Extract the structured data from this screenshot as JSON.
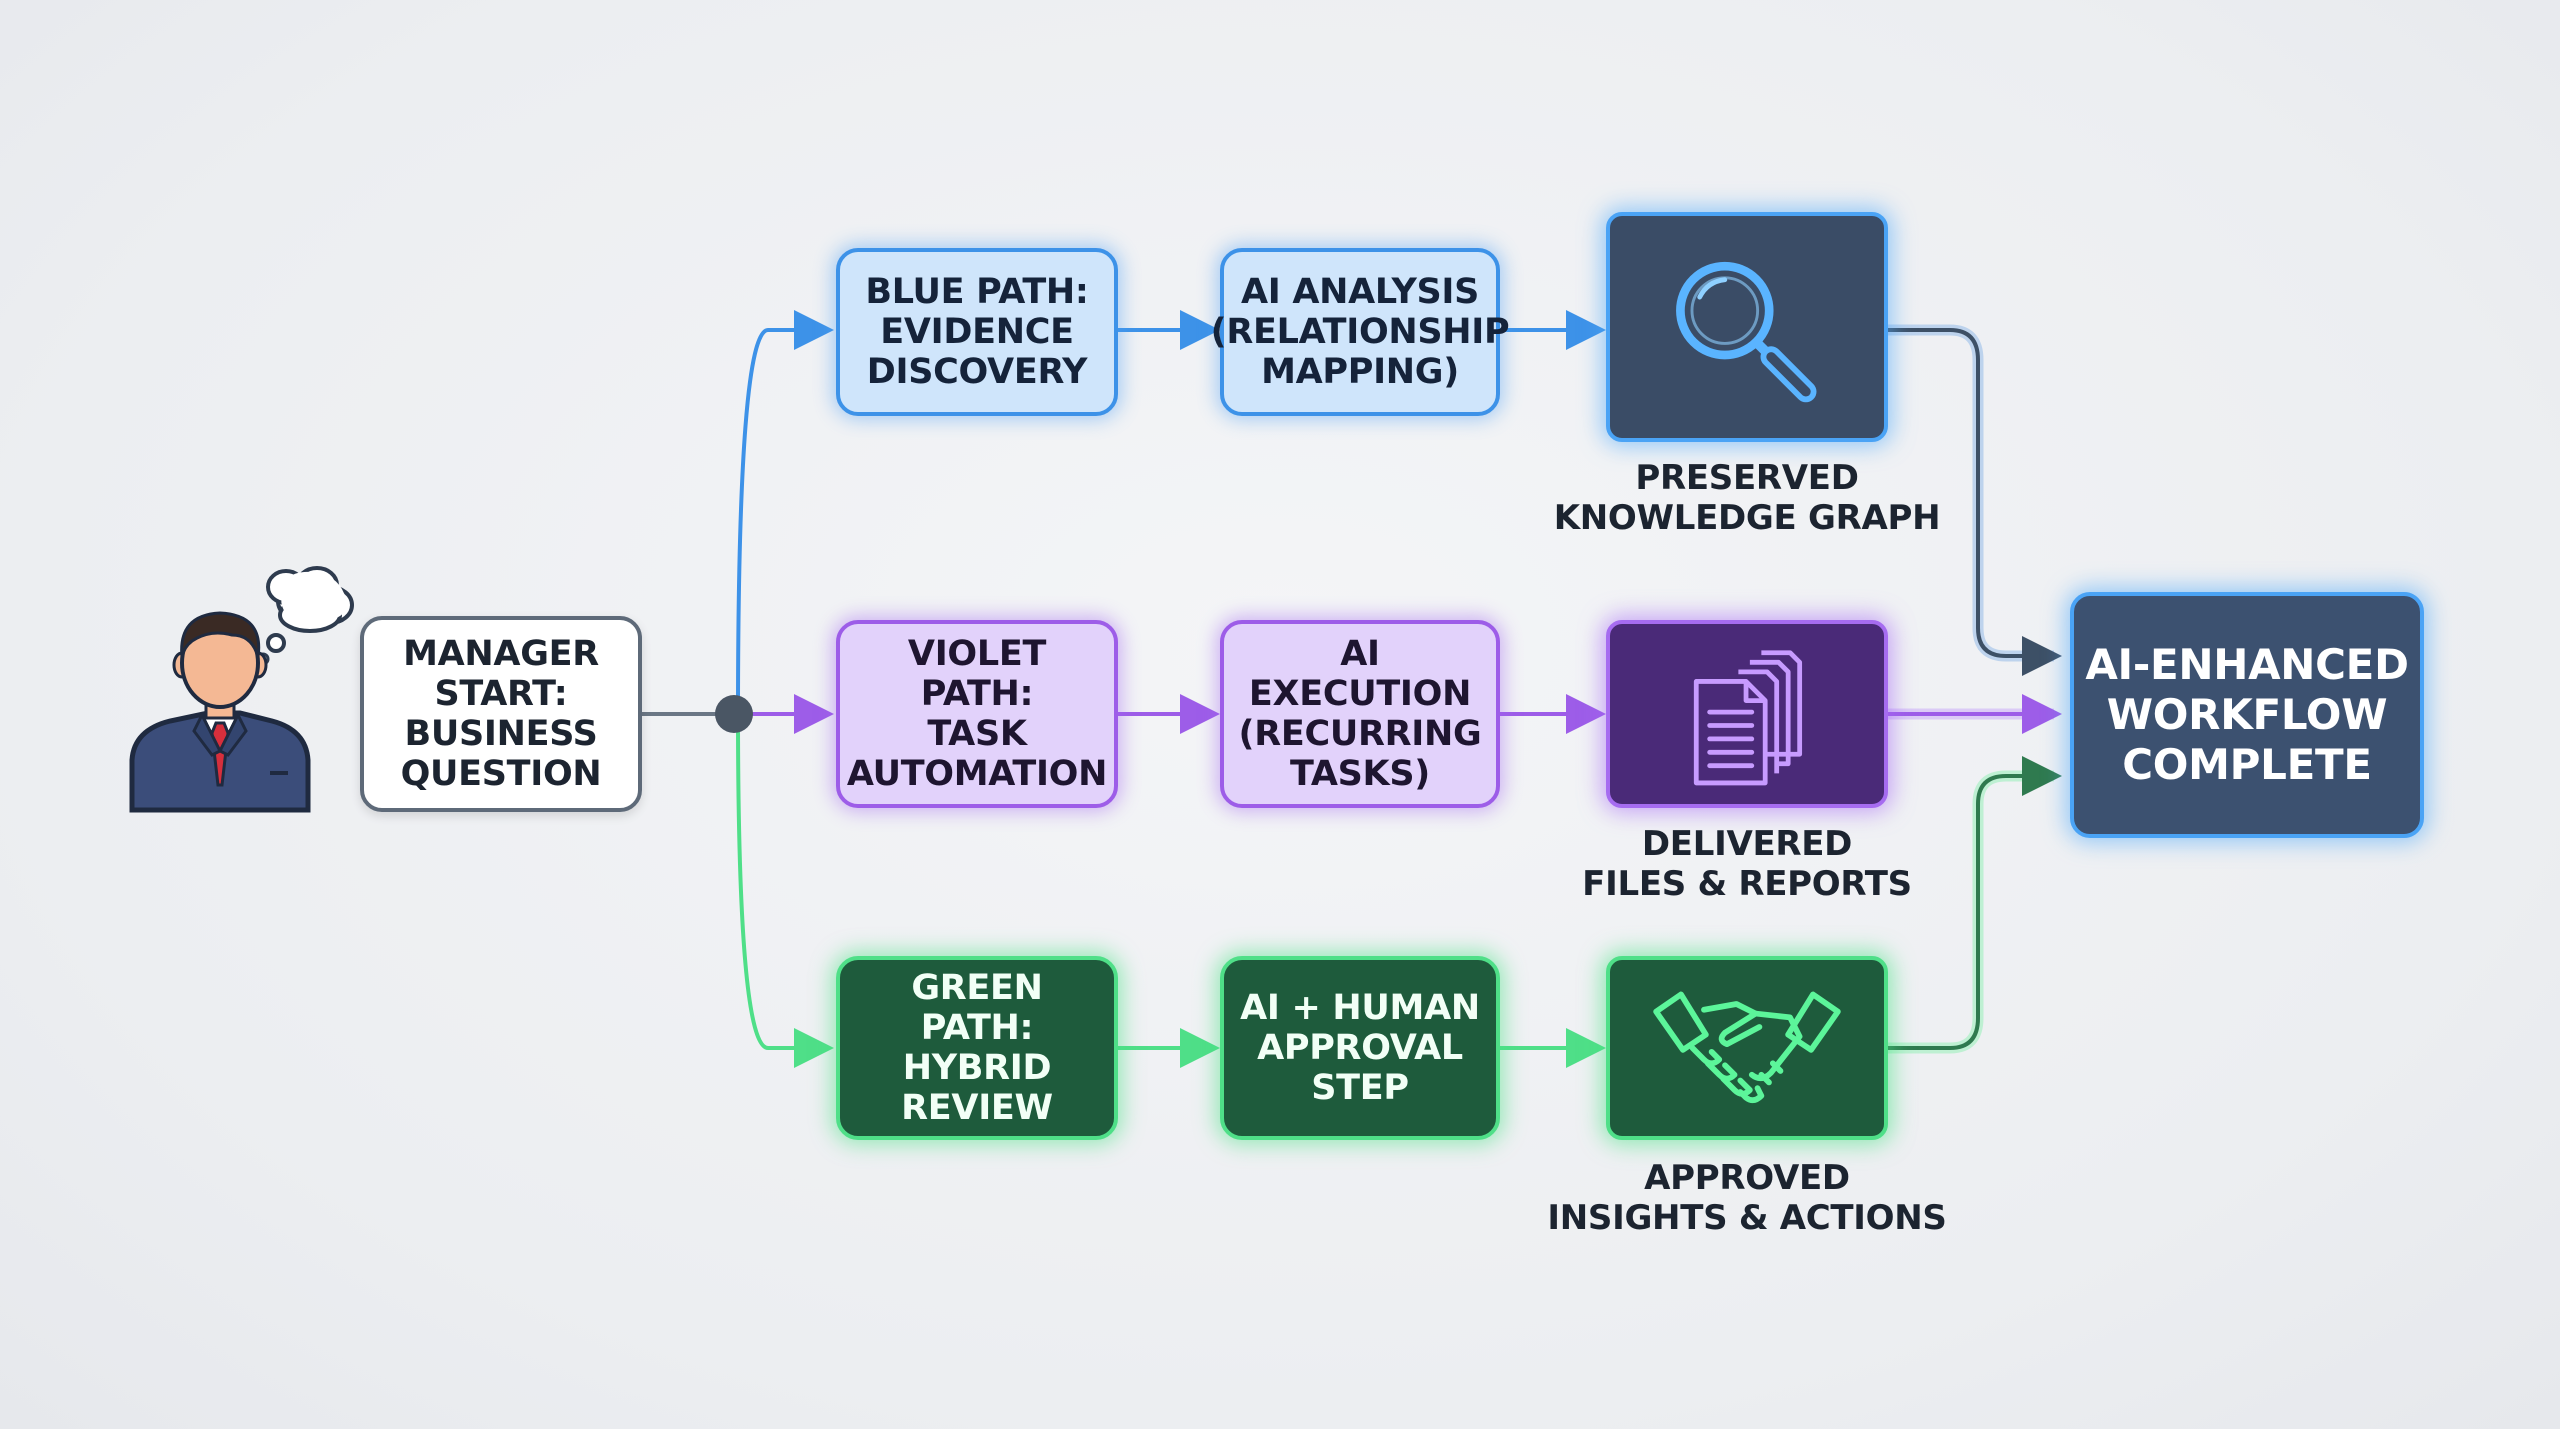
{
  "start_node": {
    "label": "MANAGER\nSTART:\nBUSINESS\nQUESTION"
  },
  "paths": {
    "blue": {
      "path_label": "BLUE PATH:\nEVIDENCE\nDISCOVERY",
      "ai_label": "AI ANALYSIS\n(RELATIONSHIP\nMAPPING)",
      "output_caption": "PRESERVED\nKNOWLEDGE GRAPH",
      "icon": "magnifying-glass-icon",
      "color": "#3d92e8"
    },
    "violet": {
      "path_label": "VIOLET PATH:\nTASK\nAUTOMATION",
      "ai_label": "AI EXECUTION\n(RECURRING\nTASKS)",
      "output_caption": "DELIVERED\nFILES & REPORTS",
      "icon": "documents-icon",
      "color": "#9d5de8"
    },
    "green": {
      "path_label": "GREEN PATH:\nHYBRID\nREVIEW",
      "ai_label": "AI + HUMAN\nAPPROVAL\nSTEP",
      "output_caption": "APPROVED\nINSIGHTS & ACTIONS",
      "icon": "handshake-icon",
      "color": "#4fdf88"
    }
  },
  "final_node": {
    "label": "AI-ENHANCED\nWORKFLOW\nCOMPLETE"
  },
  "figure": {
    "icon": "manager-thinking-icon"
  }
}
